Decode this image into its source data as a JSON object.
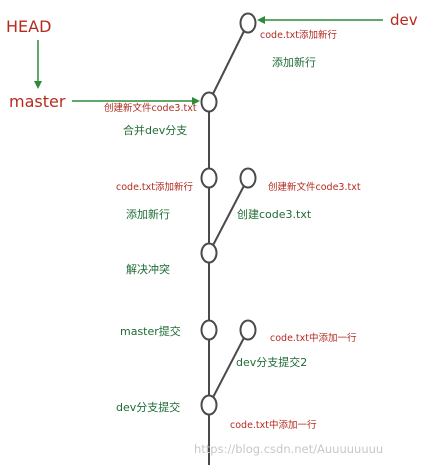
{
  "refs": {
    "head": "HEAD",
    "master": "master",
    "dev": "dev"
  },
  "commits": {
    "top": {
      "message": "code.txt添加新行",
      "caption": "添加新行"
    },
    "merge": {
      "message": "创建新文件code3.txt",
      "caption": "合并dev分支"
    },
    "left_add_line": {
      "message": "code.txt添加新行",
      "caption": "添加新行"
    },
    "right_create_file": {
      "message": "创建新文件code3.txt",
      "caption": "创建code3.txt"
    },
    "resolve_conflict": {
      "caption": "解决冲突"
    },
    "master_commit": {
      "caption": "master提交"
    },
    "dev_branch_commit_2": {
      "message": "code.txt中添加一行",
      "caption": "dev分支提交2"
    },
    "dev_branch_commit": {
      "message": "code.txt中添加一行",
      "caption": "dev分支提交"
    }
  },
  "watermark": "https://blog.csdn.net/Auuuuuuuu",
  "colors": {
    "line": "#4a4a4a",
    "arrow": "#2e8b3a",
    "ref_text": "#b72b1f",
    "message_text": "#b22a20",
    "caption_text": "#1f6b34",
    "watermark": "#c8c8c8"
  }
}
